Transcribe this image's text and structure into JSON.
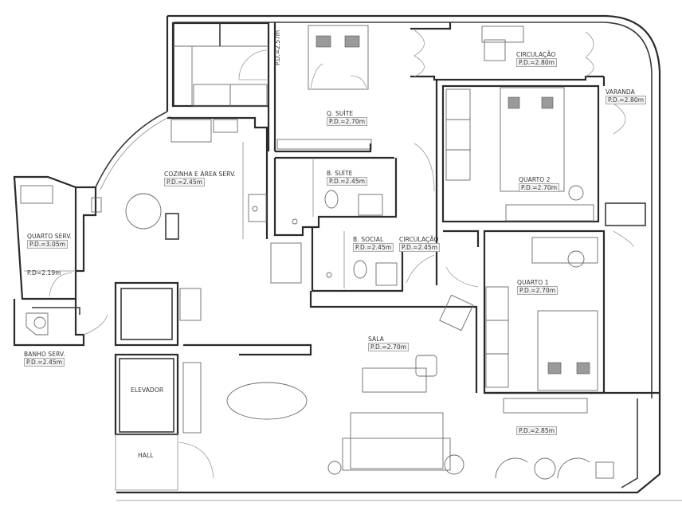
{
  "plan": {
    "type": "architectural-floor-plan",
    "rooms": [
      {
        "id": "circulacao-top",
        "name": "CIRCULAÇÃO",
        "ceiling": "P.D.=2.80m"
      },
      {
        "id": "q-suite",
        "name": "Q. SUÍTE",
        "ceiling": "P.D.=2.70m"
      },
      {
        "id": "q-suite-closet",
        "name": "",
        "ceiling": "P.D.=2.57m"
      },
      {
        "id": "varanda",
        "name": "VARANDA",
        "ceiling": "P.D.=2.80m"
      },
      {
        "id": "quarto-2",
        "name": "QUARTO 2",
        "ceiling": "P.D.=2.70m"
      },
      {
        "id": "cozinha",
        "name": "COZINHA E ÁREA SERV.",
        "ceiling": "P.D.=2.45m"
      },
      {
        "id": "b-suite",
        "name": "B. SUÍTE",
        "ceiling": "P.D.=2.45m"
      },
      {
        "id": "b-social",
        "name": "B. SOCIAL",
        "ceiling": "P.D.=2.45m"
      },
      {
        "id": "circulacao-mid",
        "name": "CIRCULAÇÃO",
        "ceiling": "P.D.=2.45m"
      },
      {
        "id": "quarto-serv",
        "name": "QUARTO SERV.",
        "ceiling": "P.D.=3.05m"
      },
      {
        "id": "quarto-serv-low",
        "name": "",
        "ceiling": "P.D=2.19m"
      },
      {
        "id": "banho-serv",
        "name": "BANHO SERV.",
        "ceiling": "P.D.=2.45m"
      },
      {
        "id": "quarto-1",
        "name": "QUARTO 1",
        "ceiling": "P.D.=2.70m"
      },
      {
        "id": "sala",
        "name": "SALA",
        "ceiling": "P.D.=2.70m"
      },
      {
        "id": "elevador",
        "name": "ELEVADOR",
        "ceiling": ""
      },
      {
        "id": "hall",
        "name": "HALL",
        "ceiling": ""
      },
      {
        "id": "varanda-sala",
        "name": "",
        "ceiling": "P.D.=2.85m"
      }
    ]
  },
  "colors": {
    "wall": "#2b2b2b",
    "furniture": "#6a6a6a",
    "label_box": "#f3f3f3",
    "background": "#ffffff"
  }
}
